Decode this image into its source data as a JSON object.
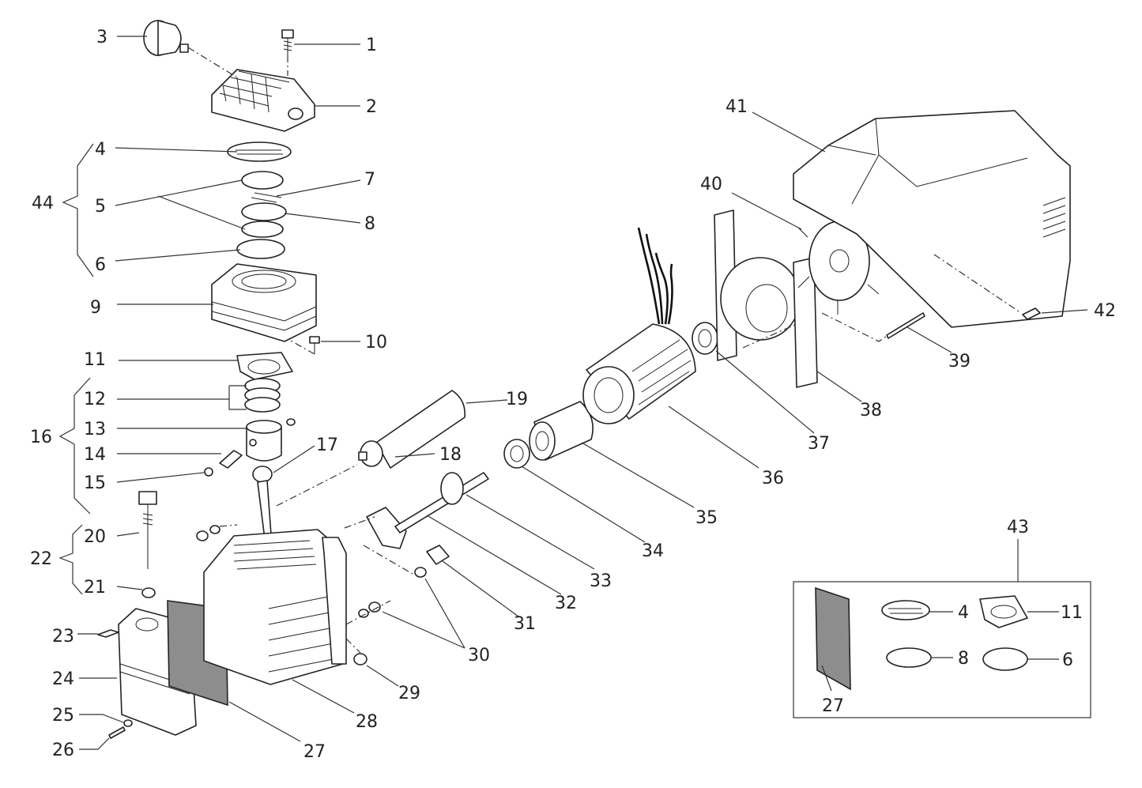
{
  "diagram": {
    "labels": [
      "1",
      "2",
      "3",
      "4",
      "5",
      "6",
      "7",
      "8",
      "9",
      "10",
      "11",
      "12",
      "13",
      "14",
      "15",
      "16",
      "17",
      "18",
      "19",
      "20",
      "21",
      "22",
      "23",
      "24",
      "25",
      "26",
      "27",
      "28",
      "29",
      "30",
      "31",
      "32",
      "33",
      "34",
      "35",
      "36",
      "37",
      "38",
      "39",
      "40",
      "41",
      "42",
      "43",
      "44"
    ],
    "kit": {
      "label": "43",
      "items": [
        "4",
        "11",
        "8",
        "6",
        "27"
      ]
    }
  }
}
